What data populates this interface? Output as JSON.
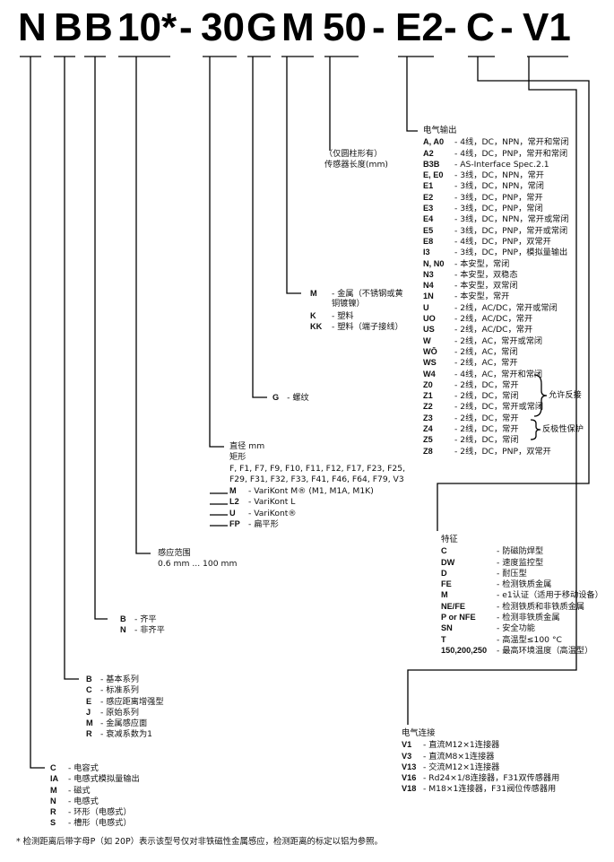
{
  "code": {
    "segments": [
      {
        "text": "N"
      },
      {
        "text": "B"
      },
      {
        "text": "B"
      },
      {
        "text": "10*"
      },
      {
        "text": "-"
      },
      {
        "text": "30"
      },
      {
        "text": "G"
      },
      {
        "text": "M"
      },
      {
        "text": "50"
      },
      {
        "text": "-"
      },
      {
        "text": "E2"
      },
      {
        "text": "-"
      },
      {
        "text": "C"
      },
      {
        "text": "-"
      },
      {
        "text": "V1"
      }
    ]
  },
  "output": {
    "title": "电气输出",
    "rows": [
      {
        "k": "A, A0",
        "v": "- 4线，DC，NPN，常开和常闭"
      },
      {
        "k": "A2",
        "v": "- 4线，DC，PNP，常开和常闭"
      },
      {
        "k": "B3B",
        "v": "- AS-Interface Spec.2.1"
      },
      {
        "k": "E, E0",
        "v": "- 3线，DC，NPN，常开"
      },
      {
        "k": "E1",
        "v": "- 3线，DC，NPN，常闭"
      },
      {
        "k": "E2",
        "v": "- 3线，DC，PNP，常开"
      },
      {
        "k": "E3",
        "v": "- 3线，DC，PNP，常闭"
      },
      {
        "k": "E4",
        "v": "- 3线，DC，NPN，常开或常闭"
      },
      {
        "k": "E5",
        "v": "- 3线，DC，PNP，常开或常闭"
      },
      {
        "k": "E8",
        "v": "- 4线，DC，PNP，双常开"
      },
      {
        "k": "I3",
        "v": "- 3线，DC，PNP，模拟量输出"
      },
      {
        "k": "N, N0",
        "v": "- 本安型，常闭"
      },
      {
        "k": "N3",
        "v": "- 本安型，双稳态"
      },
      {
        "k": "N4",
        "v": "- 本安型，双常闭"
      },
      {
        "k": "1N",
        "v": "- 本安型，常开"
      },
      {
        "k": "U",
        "v": "- 2线，AC/DC，常开或常闭"
      },
      {
        "k": "UO",
        "v": "- 2线，AC/DC，常开"
      },
      {
        "k": "US",
        "v": "- 2线，AC/DC，常开"
      },
      {
        "k": "W",
        "v": "- 2线，AC，常开或常闭"
      },
      {
        "k": "WŌ",
        "v": "- 2线，AC，常闭"
      },
      {
        "k": "WS",
        "v": "- 2线，AC，常开"
      },
      {
        "k": "W4",
        "v": "- 4线，AC，常开和常闭"
      },
      {
        "k": "Z0",
        "v": "- 2线，DC，常开"
      },
      {
        "k": "Z1",
        "v": "- 2线，DC，常闭"
      },
      {
        "k": "Z2",
        "v": "- 2线，DC，常开或常闭"
      },
      {
        "k": "Z3",
        "v": "- 2线，DC，常开"
      },
      {
        "k": "Z4",
        "v": "- 2线，DC，常开"
      },
      {
        "k": "Z5",
        "v": "- 2线，DC，常闭"
      },
      {
        "k": "Z8",
        "v": "- 2线，DC，PNP，双常开"
      }
    ],
    "brace_reverse": "允许反接",
    "brace_protect": "反极性保护"
  },
  "length": {
    "line1": "（仅圆柱形有）",
    "line2": "传感器长度(mm)"
  },
  "material": {
    "rows": [
      {
        "k": "M",
        "v": "- 金属（不锈钢或黄"
      },
      {
        "k": "",
        "v": "铜镀镍）"
      },
      {
        "k": "K",
        "v": "- 塑料"
      },
      {
        "k": "KK",
        "v": "- 塑料（端子接线）"
      }
    ]
  },
  "thread": {
    "k": "G",
    "v": "- 螺纹"
  },
  "size": {
    "line1": "直径 mm",
    "line2": "矩形",
    "line3": "F, F1, F7, F9, F10, F11, F12, F17, F23, F25,",
    "line4": "F29, F31, F32, F33, F41, F46, F64, F79, V3",
    "rows": [
      {
        "k": "M",
        "v": "- VariKont M® (M1, M1A, M1K)"
      },
      {
        "k": "L2",
        "v": "- VariKont L"
      },
      {
        "k": "U",
        "v": "- VariKont®"
      },
      {
        "k": "FP",
        "v": "- 扁平形"
      }
    ]
  },
  "range": {
    "line1": "感应范围",
    "line2": "0.6 mm ... 100 mm"
  },
  "mount": {
    "rows": [
      {
        "k": "B",
        "v": "- 齐平"
      },
      {
        "k": "N",
        "v": "- 非齐平"
      }
    ]
  },
  "series": {
    "rows": [
      {
        "k": "B",
        "v": "- 基本系列"
      },
      {
        "k": "C",
        "v": "- 标准系列"
      },
      {
        "k": "E",
        "v": "- 感应距离增强型"
      },
      {
        "k": "J",
        "v": "- 原始系列"
      },
      {
        "k": "M",
        "v": "- 金属感应面"
      },
      {
        "k": "R",
        "v": "- 衰减系数为1"
      }
    ]
  },
  "principle": {
    "rows": [
      {
        "k": "C",
        "v": "- 电容式"
      },
      {
        "k": "IA",
        "v": "- 电感式模拟量输出"
      },
      {
        "k": "M",
        "v": "- 磁式"
      },
      {
        "k": "N",
        "v": "- 电感式"
      },
      {
        "k": "R",
        "v": "- 环形（电感式）"
      },
      {
        "k": "S",
        "v": "- 槽形（电感式）"
      }
    ]
  },
  "features": {
    "title": "特征",
    "rows": [
      {
        "k": "C",
        "v": "- 防磁防焊型"
      },
      {
        "k": "DW",
        "v": "- 速度监控型"
      },
      {
        "k": "D",
        "v": "- 耐压型"
      },
      {
        "k": "FE",
        "v": "- 检测铁质金属"
      },
      {
        "k": "M",
        "v": "- e1认证（适用于移动设备）"
      },
      {
        "k": "NE/FE",
        "v": "- 检测铁质和非铁质金属"
      },
      {
        "k": "P or NFE",
        "v": "- 检测非铁质金属"
      },
      {
        "k": "SN",
        "v": "- 安全功能"
      },
      {
        "k": "T",
        "v": "- 高温型≤100 °C"
      },
      {
        "k": "150,200,250",
        "v": "- 最高环境温度（高温型）"
      }
    ]
  },
  "connection": {
    "title": "电气连接",
    "rows": [
      {
        "k": "V1",
        "v": "- 直流M12×1连接器"
      },
      {
        "k": "V3",
        "v": "- 直流M8×1连接器"
      },
      {
        "k": "V13",
        "v": "- 交流M12×1连接器"
      },
      {
        "k": "V16",
        "v": "- Rd24×1/8连接器，F31双传感器用"
      },
      {
        "k": "V18",
        "v": "- M18×1连接器，F31阀位传感器用"
      }
    ]
  },
  "footnote": "* 检测距离后带字母P（如 20P）表示该型号仅对非铁磁性金属感应，检测距离的标定以铝为参照。"
}
